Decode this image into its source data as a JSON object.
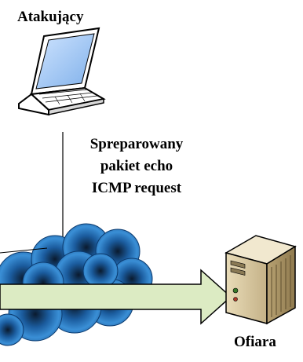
{
  "diagram": {
    "attacker_label": "Atakujący",
    "packet_label_lines": [
      "Spreparowany",
      "pakiet echo",
      "ICMP request"
    ],
    "victim_label": "Ofiara"
  },
  "icons": {
    "attacker": "laptop-icon",
    "network": "network-cloud-icon",
    "victim": "server-icon"
  },
  "colors": {
    "cloud_dark": "#0b3a6e",
    "cloud_light": "#3a8fd6",
    "arrow_fill": "#dcebc3",
    "server_body": "#d9c9a0"
  }
}
